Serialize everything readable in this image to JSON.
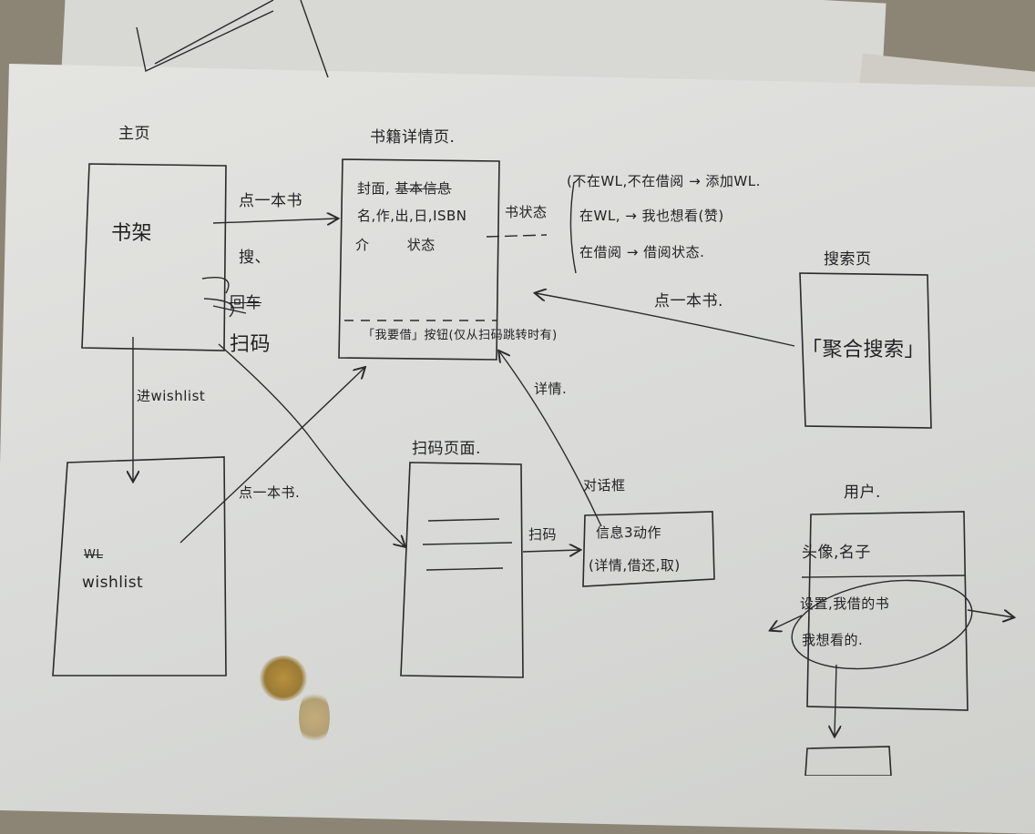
{
  "pages": {
    "home": {
      "title": "主页",
      "bookshelf": "书架"
    },
    "detail": {
      "title": "书籍详情页.",
      "line1": "封面,",
      "line1_struck": "基本信息",
      "line2": "名,作,出,日,ISBN",
      "line3": "介",
      "line3_status": "状态",
      "side_label": "书状态",
      "borrow_button": "「我要借」按钮(仅从扫码跳转时有)"
    },
    "status": {
      "s1": "(不在WL,不在借阅 → 添加WL.",
      "s2": "在WL, → 我也想看(赞)",
      "s3": "在借阅 → 借阅状态."
    },
    "search": {
      "title": "搜索页",
      "content": "「聚合搜索」"
    },
    "wishlist": {
      "struck": "WL",
      "label": "wishlist"
    },
    "scan_page": {
      "title": "扫码页面."
    },
    "dialog": {
      "title": "对话框",
      "line1": "信息3动作",
      "line2": "(详情,借还,取)"
    },
    "user": {
      "title": "用户.",
      "line1": "头像,名子",
      "line2": "设置,我借的书",
      "line3": "我想看的."
    }
  },
  "arrows": {
    "click_book_1": "点一本书",
    "search": "搜、",
    "scan_struck": "回车",
    "scan": "扫码",
    "to_wishlist": "进wishlist",
    "click_book_2": "点一本书.",
    "click_book_3": "点一本书.",
    "details": "详情.",
    "scan_code": "扫码"
  }
}
